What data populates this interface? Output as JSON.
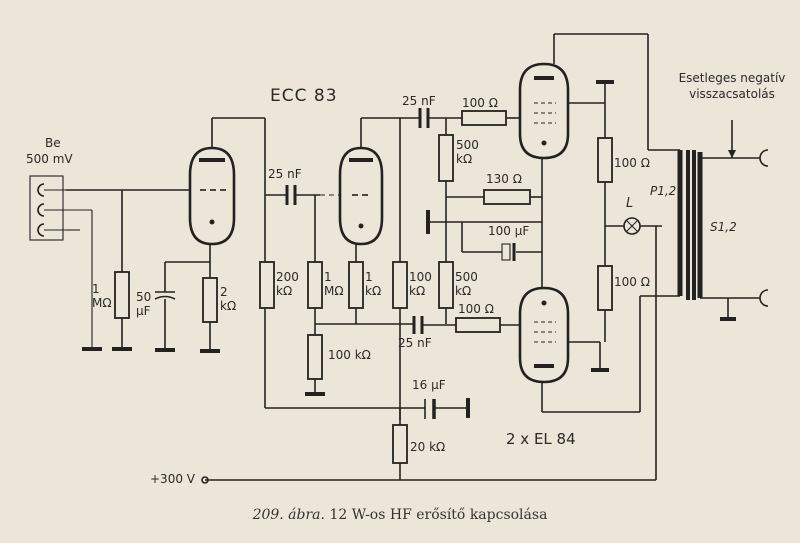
{
  "labels": {
    "be": "Be",
    "input_level": "500 mV",
    "ecc83": "ECC 83",
    "c_25nf_top": "25 nF",
    "c_25nf_mid": "25 nF",
    "c_25nf_bot": "25 nF",
    "r_100_top": "100 Ω",
    "r_500k_top": "500 kΩ",
    "r_130": "130 Ω",
    "c_100uf": "100 µF",
    "r_500k_bot": "500 kΩ",
    "r_100_bot": "100 Ω",
    "r_1m_in": "1 MΩ",
    "c_50uf": "50 µF",
    "r_2k": "2 kΩ",
    "r_200k": "200 kΩ",
    "r_1m_mid": "1 MΩ",
    "r_1k": "1 kΩ",
    "r_100k_a": "100 kΩ",
    "r_100k_b": "100 kΩ",
    "c_16uf": "16 µF",
    "r_20k": "20 kΩ",
    "el84": "2 x EL 84",
    "r_100_right_top": "100 Ω",
    "r_100_right_bot": "100 Ω",
    "lamp": "L",
    "primary": "P1,2",
    "secondary": "S1,2",
    "feedback": "Esetleges negatív visszacsatolás",
    "supply": "+300 V"
  },
  "caption": {
    "number": "209. ábra.",
    "text": "12 W-os HF erősítő kapcsolása"
  }
}
